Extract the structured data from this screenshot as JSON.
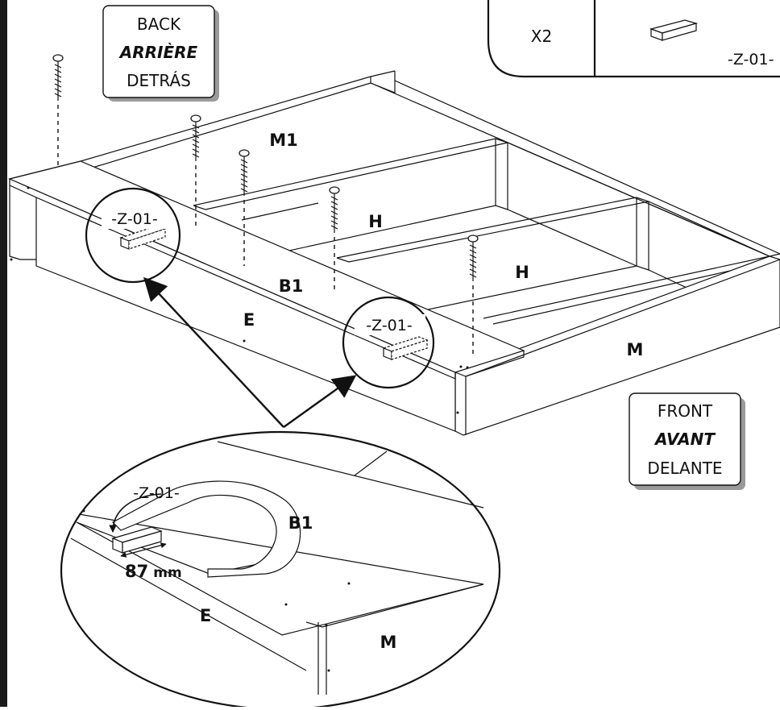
{
  "colors": {
    "line": "#111111",
    "background": "#ffffff",
    "shadow": "#9a9a9a",
    "edge_bar": "#1a1a1a"
  },
  "hardware_box": {
    "quantity": "X2",
    "part_code": "-Z-01-",
    "icon": "wood-dowel-icon"
  },
  "orientation_back": {
    "line1": "BACK",
    "line2": "ARRIÈRE",
    "line3": "DETRÁS"
  },
  "orientation_front": {
    "line1": "FRONT",
    "line2": "AVANT",
    "line3": "DELANTE"
  },
  "panels": {
    "m1": "M1",
    "h_upper": "H",
    "h_lower": "H",
    "b1": "B1",
    "e": "E",
    "m": "M"
  },
  "callouts": {
    "left_code": "-Z-01-",
    "right_code": "-Z-01-"
  },
  "detail": {
    "part_code": "-Z-01-",
    "panel_b1": "B1",
    "panel_e": "E",
    "panel_m": "M",
    "measurement": "87",
    "unit": "mm"
  },
  "icons": [
    "screw-icon",
    "wood-block-icon",
    "arrow-icon"
  ]
}
